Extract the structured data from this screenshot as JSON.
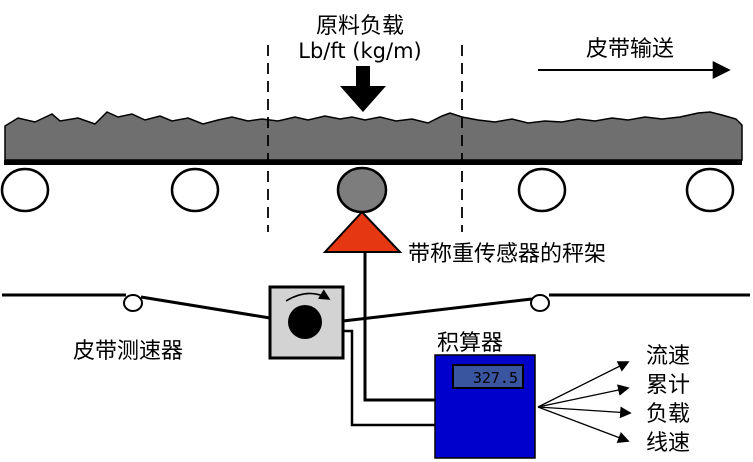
{
  "diagram": {
    "top": {
      "material_load_line1": "原料负载",
      "material_load_line2": "Lb/ft (kg/m)",
      "belt_direction_label": "皮带输送"
    },
    "weighbridge_label": "带称重传感器的秤架",
    "speed_sensor_label": "皮带测速器",
    "integrator": {
      "label": "积算器",
      "display_value": "327.5"
    },
    "outputs": [
      "流速",
      "累计",
      "负载",
      "线速"
    ],
    "icons": {
      "down_arrow": "material-load-arrow-icon",
      "right_arrow": "belt-direction-arrow-icon",
      "rotation_arrow": "sensor-rotation-arrow-icon"
    },
    "colors": {
      "material_gray": "#6f6f6f",
      "weigh_roller_gray": "#7d7d7d",
      "load_cell_red": "#e53711",
      "sensor_box_gray": "#d3d3d3",
      "integrator_blue": "#0000cc",
      "display_panel_blue": "#3a55a0",
      "display_text": "#101040"
    }
  }
}
